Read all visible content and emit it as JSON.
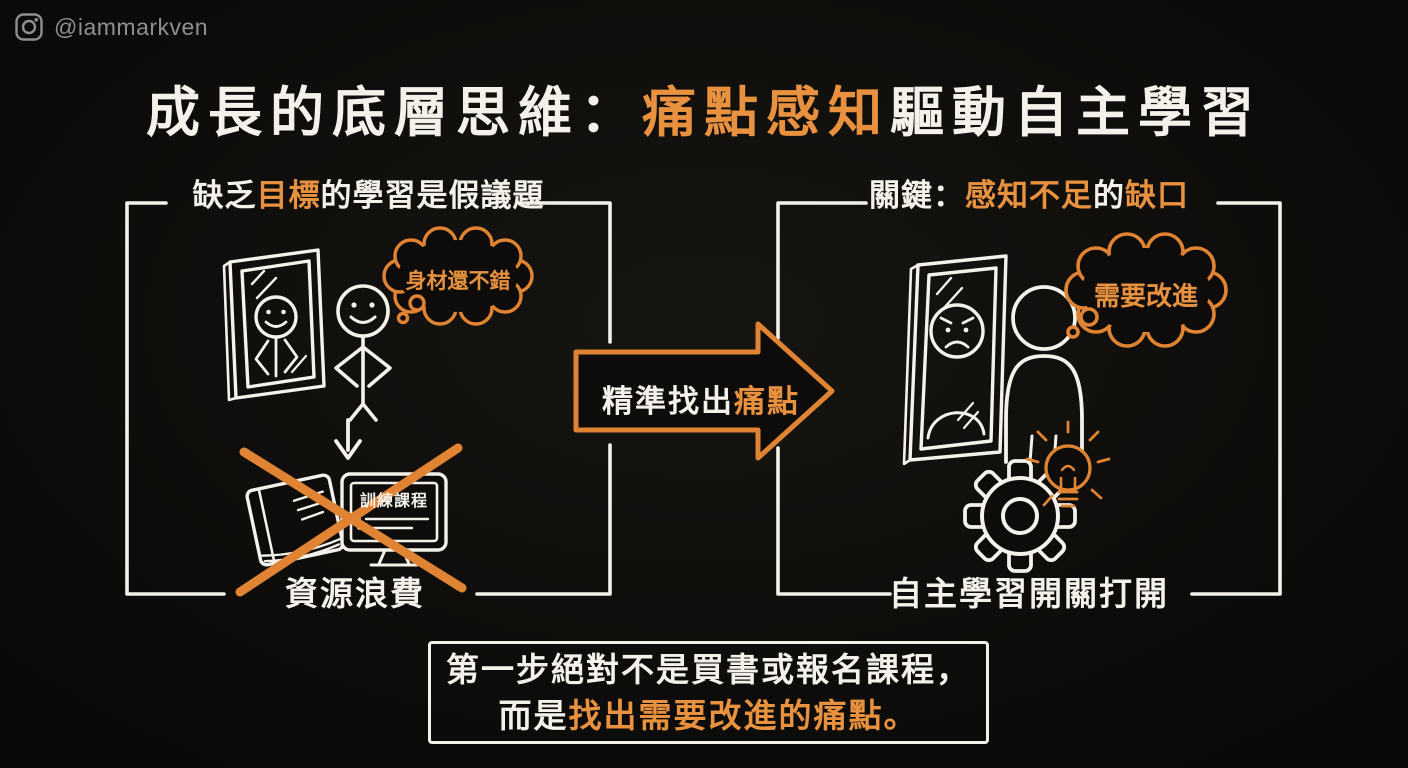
{
  "watermark": {
    "handle": "@iammarkven",
    "icon": "instagram-icon"
  },
  "title": {
    "prefix": "成長的底層思維：",
    "highlight": "痛點感知",
    "suffix": "驅動自主學習"
  },
  "left_panel": {
    "heading": {
      "prefix": "缺乏",
      "highlight": "目標",
      "suffix": "的學習是假議題"
    },
    "thought_bubble": "身材還不錯",
    "monitor_label": "訓練課程",
    "caption": "資源浪費"
  },
  "transition_arrow": {
    "prefix": "精準找出",
    "highlight": "痛點"
  },
  "right_panel": {
    "heading": {
      "prefix": "關鍵：",
      "highlight1": "感知不足",
      "mid": "的",
      "highlight2": "缺口"
    },
    "thought_bubble": "需要改進",
    "caption": "自主學習開關打開"
  },
  "footer": {
    "line1": "第一步絕對不是買書或報名課程，",
    "line2_prefix": "而是",
    "line2_highlight": "找出需要改進的痛點",
    "line2_suffix": "。"
  },
  "icons": {
    "watermark": "instagram-icon",
    "left_panel": [
      "mirror-icon",
      "happy-stick-figure-icon",
      "thought-bubble-icon",
      "down-arrow-icon",
      "book-icon",
      "monitor-icon",
      "cross-out-icon"
    ],
    "right_panel": [
      "mirror-icon",
      "sad-face-icon",
      "back-view-person-icon",
      "thought-bubble-icon",
      "gear-icon",
      "lightbulb-icon"
    ]
  },
  "colors": {
    "background": "#0d0c0a",
    "text": "#f3f1ea",
    "accent": "#e8913f",
    "stroke_accent": "#e08434",
    "muted": "#8f8f8f"
  }
}
